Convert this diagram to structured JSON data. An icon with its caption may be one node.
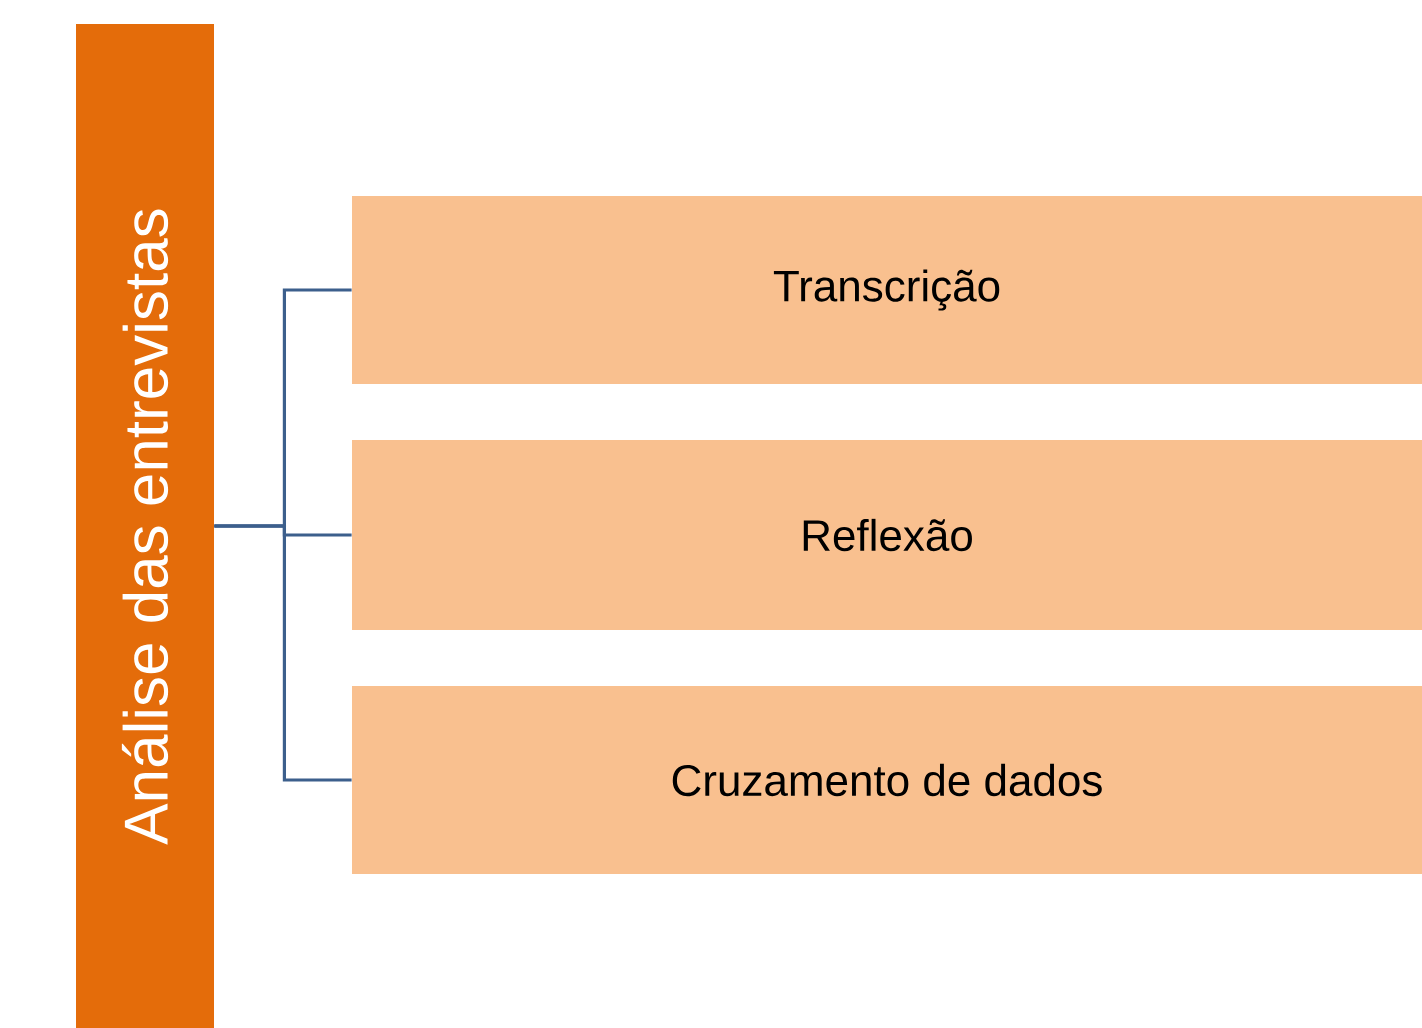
{
  "diagram": {
    "nodes": [
      {
        "text": [
          "Análise das entrevistas"
        ]
      },
      {
        "text": [
          "Transcrição"
        ]
      },
      {
        "text": [
          "Reflexão"
        ]
      },
      {
        "text": [
          "Cruzamento de dados"
        ]
      }
    ],
    "edges": [
      {
        "from": 0,
        "to": 1,
        "arrow": "none"
      },
      {
        "from": 0,
        "to": 2,
        "arrow": "none"
      },
      {
        "from": 0,
        "to": 3,
        "arrow": "none"
      }
    ]
  }
}
